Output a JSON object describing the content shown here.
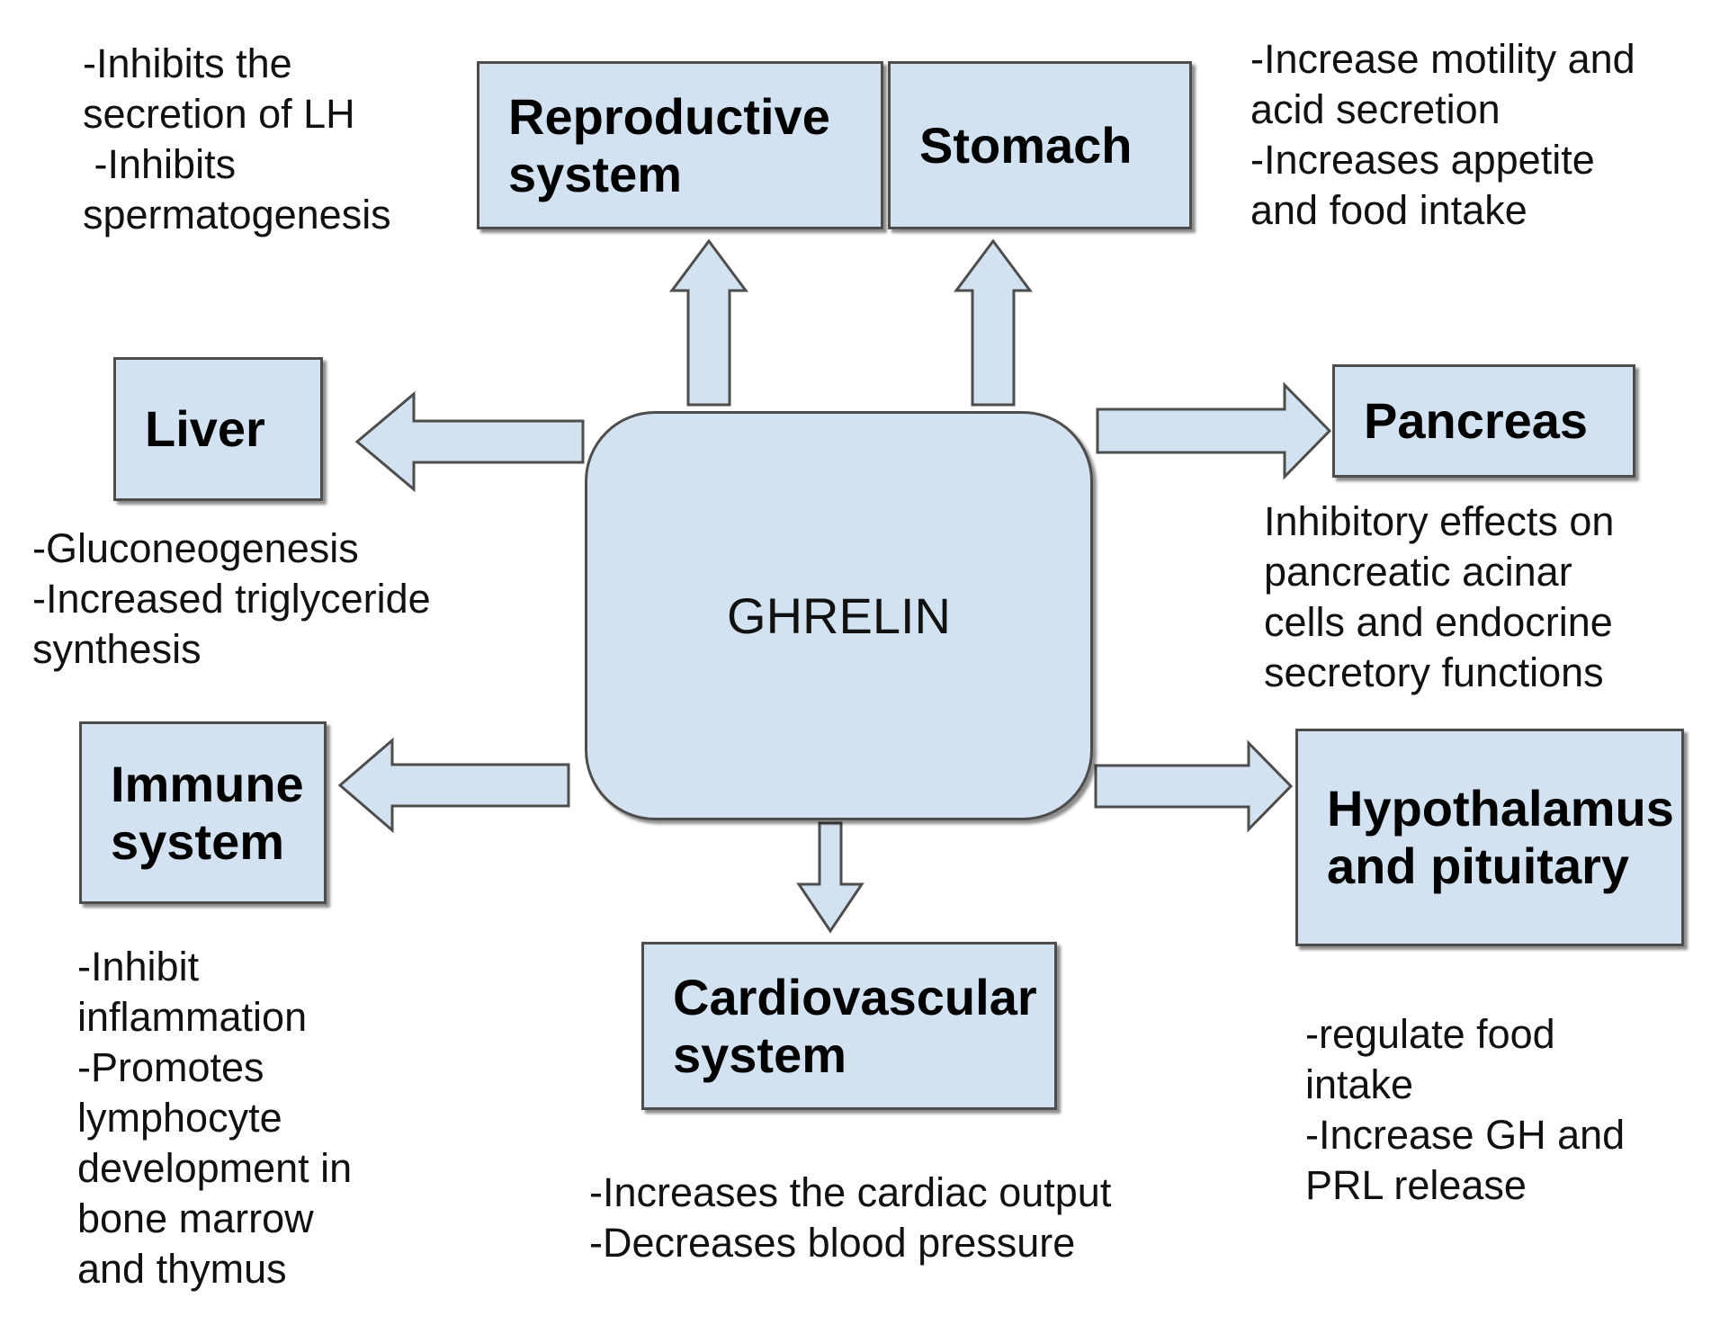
{
  "center": {
    "label": "GHRELIN"
  },
  "colors": {
    "box_fill": "#d3e2f0",
    "box_border": "#4d4d4d",
    "text": "#111111"
  },
  "organs": [
    {
      "id": "reproductive",
      "label": [
        "Reproductive",
        "system"
      ],
      "effects": [
        "-Inhibits the",
        "secretion of LH",
        " -Inhibits",
        "spermatogenesis"
      ]
    },
    {
      "id": "stomach",
      "label": [
        "Stomach"
      ],
      "effects": [
        "-Increase motility and",
        "acid secretion",
        "-Increases appetite",
        "and food intake"
      ]
    },
    {
      "id": "liver",
      "label": [
        "Liver"
      ],
      "effects": [
        "-Gluconeogenesis",
        "-Increased triglyceride",
        "synthesis"
      ]
    },
    {
      "id": "pancreas",
      "label": [
        "Pancreas"
      ],
      "effects": [
        "Inhibitory effects on",
        "pancreatic acinar",
        "cells and endocrine",
        "secretory functions"
      ]
    },
    {
      "id": "immune",
      "label": [
        "Immune",
        "system"
      ],
      "effects": [
        "-Inhibit",
        "inflammation",
        "-Promotes",
        "lymphocyte",
        "development in",
        "bone marrow",
        "and thymus"
      ]
    },
    {
      "id": "hypothalamus",
      "label": [
        "Hypothalamus",
        "and pituitary"
      ],
      "effects": [
        "-regulate food",
        "intake",
        "-Increase GH and",
        "PRL release"
      ]
    },
    {
      "id": "cardiovascular",
      "label": [
        "Cardiovascular",
        "system"
      ],
      "effects": [
        "-Increases the cardiac output",
        "-Decreases blood pressure"
      ]
    }
  ]
}
